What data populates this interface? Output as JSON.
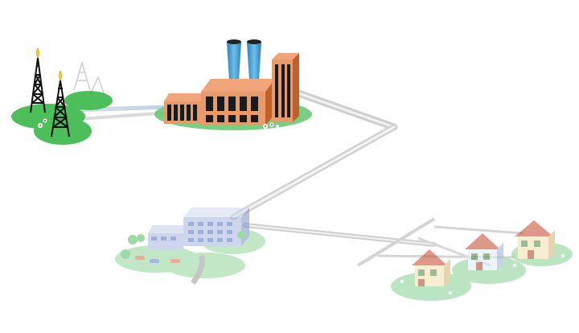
{
  "scene": {
    "nodes": [
      {
        "id": "gas-wells",
        "icon": "derrick-icon"
      },
      {
        "id": "power-plant",
        "icon": "factory-icon"
      },
      {
        "id": "commercial-district",
        "icon": "office-building-icon"
      },
      {
        "id": "residential-district",
        "icon": "house-icon"
      }
    ],
    "colors": {
      "ground": "#4cbf5a",
      "ground_faded": "#bfe6c3",
      "brick": "#e89a6a",
      "brick_dark": "#c0602a",
      "window": "#1a1a1a",
      "stack": "#4aa3d6",
      "pipe": "#d8d8d8",
      "derrick": "#111111",
      "flame": "#ffd21a"
    }
  }
}
